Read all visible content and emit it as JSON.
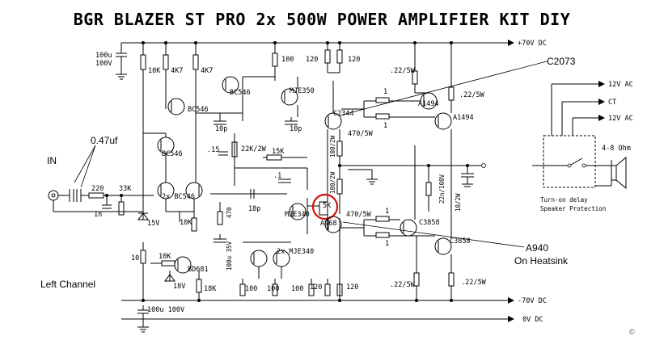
{
  "title": "BGR BLAZER ST PRO 2x 500W POWER AMPLIFIER KIT DIY",
  "rails": {
    "pos": "+70V DC",
    "neg": "-70V DC",
    "gnd": "0V DC"
  },
  "annotations": {
    "cap_in": "0.47uf",
    "input": "IN",
    "c2073": "C2073",
    "a940": "A940",
    "heatsink": "On Heatsink",
    "channel": "Left Channel"
  },
  "components": {
    "c_main_val": "100u",
    "c_main_v": "100V",
    "r10k_a": "10K",
    "r4k7_a": "4K7",
    "r4k7_b": "4K7",
    "r100_a": "100",
    "r120_a": "120",
    "r120_b": "120",
    "r22_top_a": ".22/5W",
    "r22_top_b": ".22/5W",
    "bc546_a": "BC546",
    "bc546_b": "BC546",
    "bc546_c": "BC546",
    "bc546_d": "2x BC546",
    "mje350": "MJE350",
    "r1_a": "1",
    "r1_b": "1",
    "a1494_a": "A1494",
    "a1494_b": "A1494",
    "c10p_a": "10p",
    "c10p_b": "10p",
    "c2344": "C2344",
    "r470_a": "470/5W",
    "r470_b": "470/5W",
    "r100_2w_a": "100/2W",
    "r100_2w_b": "100/2W",
    "c15": ".15",
    "r22k": "22K/2W",
    "r15k": "15K",
    "c1": ".1",
    "r220": "220",
    "r33k": "33K",
    "c1n": "1n",
    "z15v": "15V",
    "c18p": "18p",
    "r10k_b": "10K",
    "r470": "470",
    "c100u_35v": "100u 35V",
    "mje340": "MJE340",
    "mje340_pair": "2x MJE340",
    "pot_5k": "5K",
    "a968": "A968",
    "c3858_a": "C3858",
    "c3858_b": "C3858",
    "c22n": "22n/100V",
    "r10_2w": "10/2W",
    "r1_c": "1",
    "r1_d": "1",
    "r10": "10",
    "r10k_c": "10K",
    "bd681": "BD681",
    "z18v": "18V",
    "r18k": "18K",
    "r100_b": "100",
    "r100_c": "100",
    "r100_d": "100",
    "r120_c": "120",
    "r120_d": "120",
    "r22_bot_a": ".22/5W",
    "r22_bot_b": ".22/5W",
    "c_bot": "100u 100V"
  },
  "protection": {
    "ac1": "12V AC",
    "ct": "CT",
    "ac2": "12V AC",
    "load": "4-8 Ohm",
    "note1": "Turn-on delay",
    "note2": "Speaker Protection"
  }
}
